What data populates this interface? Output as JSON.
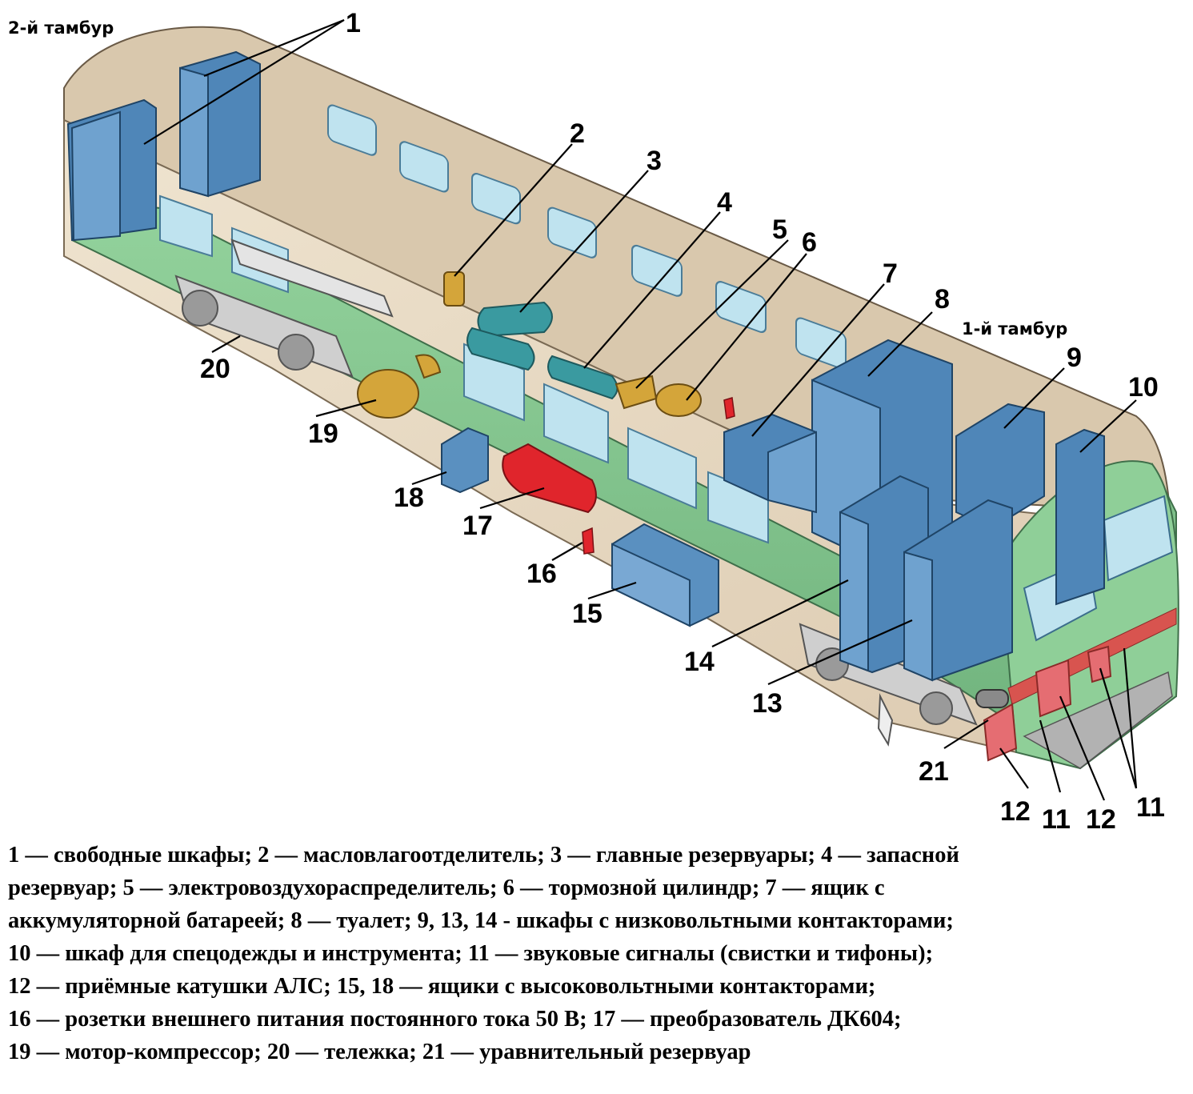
{
  "vestibule_labels": {
    "second": "2-й тамбур",
    "first": "1-й тамбур"
  },
  "callouts": [
    "1",
    "2",
    "3",
    "4",
    "5",
    "6",
    "7",
    "8",
    "9",
    "10",
    "11",
    "11",
    "11",
    "12",
    "12",
    "13",
    "14",
    "15",
    "16",
    "17",
    "18",
    "19",
    "20",
    "21"
  ],
  "legend": {
    "lines": [
      "1 — свободные шкафы; 2 — масловлагоотделитель; 3 — главные резервуары; 4 — запасной",
      "резервуар; 5 — электровоздухораспределитель; 6 — тормозной цилиндр; 7 — ящик с",
      "аккумуляторной батареей; 8 — туалет; 9, 13, 14 - шкафы с низковольтными контакторами;",
      "10 — шкаф для спецодежды и инструмента; 11 — звуковые сигналы (свистки и тифоны);",
      "12 — приёмные катушки АЛС; 15, 18 — ящики с высоковольтными контакторами;",
      "16 — розетки внешнего питания постоянного тока 50 В; 17 — преобразователь ДК604;",
      "19 — мотор-компрессор; 20 — тележка; 21 — уравнительный резервуар"
    ]
  },
  "colors": {
    "body_green": "#7cc48a",
    "interior_beige": "#e9dcc6",
    "cabinet_blue": "#4f86b8",
    "window_blue": "#bfe3ef",
    "tank_teal": "#3a9aa0",
    "component_gold": "#d4a53a",
    "converter_red": "#e0252c",
    "coupler_pink": "#e56d72"
  }
}
